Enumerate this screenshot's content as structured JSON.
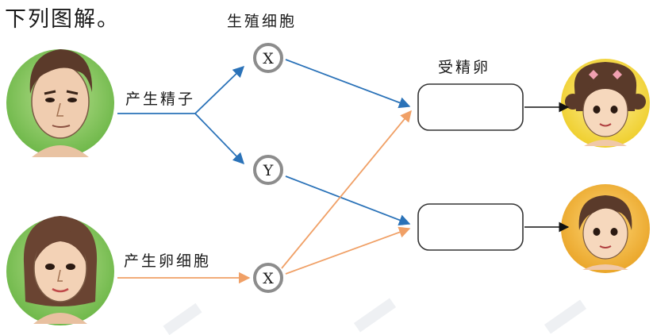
{
  "intro_text": "下列图解。",
  "labels": {
    "germ_cells": "生殖细胞",
    "zygote": "受精卵",
    "produce_sperm": "产生精子",
    "produce_egg": "产生卵细胞"
  },
  "cells": {
    "sperm_x": "X",
    "sperm_y": "Y",
    "egg_x": "X"
  },
  "colors": {
    "sperm_arrows": "#2a72b8",
    "egg_arrows": "#f0a066",
    "output_arrows": "#111111",
    "cell_ring": "#8c8c8c",
    "father_bg": "#7fc25a",
    "mother_bg": "#7fc25a",
    "girl_bg": "#f4d84a",
    "boy_bg": "#f1b83a"
  },
  "people": [
    "father",
    "mother",
    "daughter",
    "son"
  ]
}
